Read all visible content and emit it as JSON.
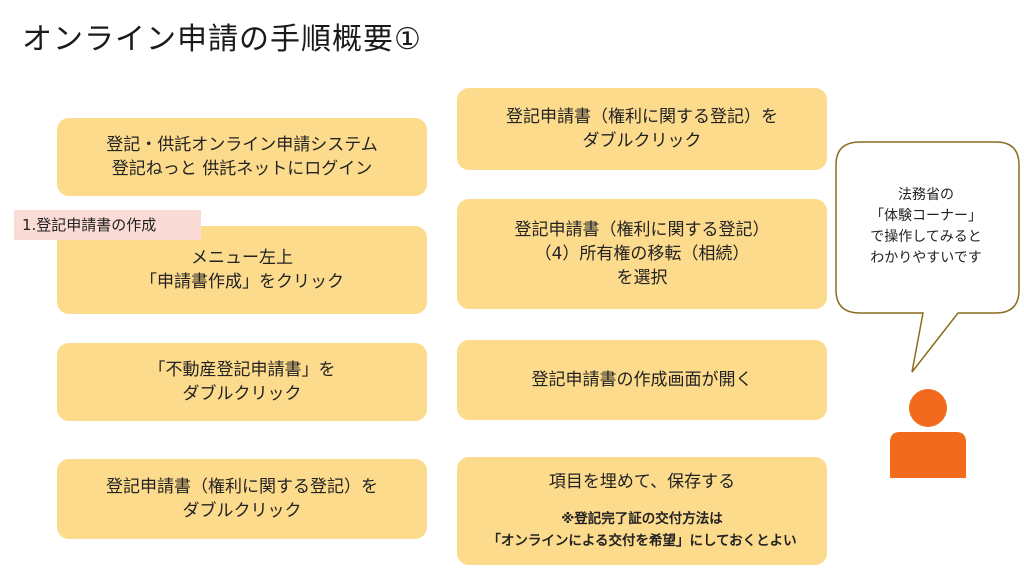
{
  "title": "オンライン申請の手順概要①",
  "section_tag": "1.登記申請書の作成",
  "left_steps": [
    {
      "lines": [
        "登記・供託オンライン申請システム",
        "登記ねっと 供託ネットにログイン"
      ]
    },
    {
      "lines": [
        "メニュー左上",
        "「申請書作成」をクリック"
      ]
    },
    {
      "lines": [
        "「不動産登記申請書」を",
        "ダブルクリック"
      ]
    },
    {
      "lines": [
        "登記申請書（権利に関する登記）を",
        "ダブルクリック"
      ]
    }
  ],
  "right_steps": [
    {
      "lines": [
        "登記申請書（権利に関する登記）を",
        "ダブルクリック"
      ]
    },
    {
      "lines": [
        "登記申請書（権利に関する登記）",
        "（4）所有権の移転（相続）",
        "を選択"
      ]
    },
    {
      "lines": [
        "登記申請書の作成画面が開く"
      ]
    },
    {
      "lines": [
        "項目を埋めて、保存する"
      ],
      "note": [
        "※登記完了証の交付方法は",
        "「オンラインによる交付を希望」にしておくとよい"
      ]
    }
  ],
  "bubble": {
    "lines": [
      "法務省の",
      "「体験コーナー」",
      "で操作してみると",
      "わかりやすいです"
    ]
  },
  "colors": {
    "box_fill": "#fddb8d",
    "tag_fill": "#fadbd6",
    "bubble_stroke": "#8a6d1e",
    "person": "#f26b1d"
  },
  "icons": [
    "person-icon"
  ]
}
